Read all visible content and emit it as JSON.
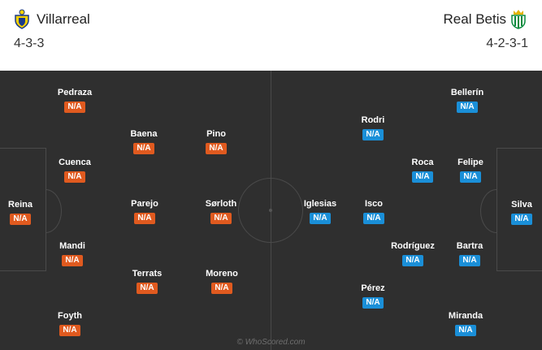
{
  "home": {
    "name": "Villarreal",
    "formation": "4-3-3",
    "crest": "villarreal-crest-icon",
    "rating_color": "#e05a1f",
    "players": [
      {
        "name": "Reina",
        "rating": "N/A"
      },
      {
        "name": "Pedraza",
        "rating": "N/A"
      },
      {
        "name": "Cuenca",
        "rating": "N/A"
      },
      {
        "name": "Mandi",
        "rating": "N/A"
      },
      {
        "name": "Foyth",
        "rating": "N/A"
      },
      {
        "name": "Baena",
        "rating": "N/A"
      },
      {
        "name": "Parejo",
        "rating": "N/A"
      },
      {
        "name": "Terrats",
        "rating": "N/A"
      },
      {
        "name": "Pino",
        "rating": "N/A"
      },
      {
        "name": "Sørloth",
        "rating": "N/A"
      },
      {
        "name": "Moreno",
        "rating": "N/A"
      }
    ]
  },
  "away": {
    "name": "Real Betis",
    "formation": "4-2-3-1",
    "crest": "real-betis-crest-icon",
    "rating_color": "#1a8fd8",
    "players": [
      {
        "name": "Silva",
        "rating": "N/A"
      },
      {
        "name": "Bellerín",
        "rating": "N/A"
      },
      {
        "name": "Felipe",
        "rating": "N/A"
      },
      {
        "name": "Bartra",
        "rating": "N/A"
      },
      {
        "name": "Miranda",
        "rating": "N/A"
      },
      {
        "name": "Roca",
        "rating": "N/A"
      },
      {
        "name": "Rodríguez",
        "rating": "N/A"
      },
      {
        "name": "Rodri",
        "rating": "N/A"
      },
      {
        "name": "Isco",
        "rating": "N/A"
      },
      {
        "name": "Pérez",
        "rating": "N/A"
      },
      {
        "name": "Iglesias",
        "rating": "N/A"
      }
    ]
  },
  "watermark": "© WhoScored.com"
}
